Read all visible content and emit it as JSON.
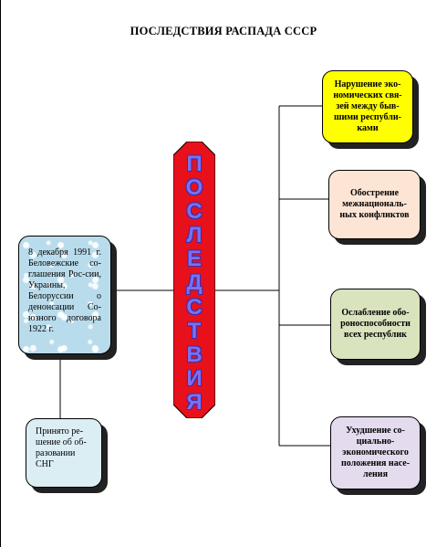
{
  "title": "ПОСЛЕДСТВИЯ РАСПАДА СССР",
  "center_word": {
    "text": "ПОСЛЕДСТВИЯ",
    "letters": [
      "П",
      "О",
      "С",
      "Л",
      "Е",
      "Д",
      "С",
      "Т",
      "В",
      "И",
      "Я"
    ],
    "fill_color": "#e8101a",
    "letter_color": "#7b70ee"
  },
  "left_cause": {
    "text": "8 декабря 1991 г. Беловежские со-глашения Рос-сии, Украины, Белоруссии о денонсации Со-юзного договора 1922 г."
  },
  "left_result": {
    "text": "Принято ре-шение об об-разовании СНГ"
  },
  "consequences": [
    {
      "text": "Нарушение эко-номических свя-зей между быв-шими республи-ками",
      "color": "#ffff00"
    },
    {
      "text": "Обострение межнациональ-ных конфликтов",
      "color": "#fde5d5"
    },
    {
      "text": "Ослабление обо-роноспособности всех республик",
      "color": "#d9e3bd"
    },
    {
      "text": "Ухудшение со-циально-экономического положения насе-ления",
      "color": "#e4dbee"
    }
  ]
}
